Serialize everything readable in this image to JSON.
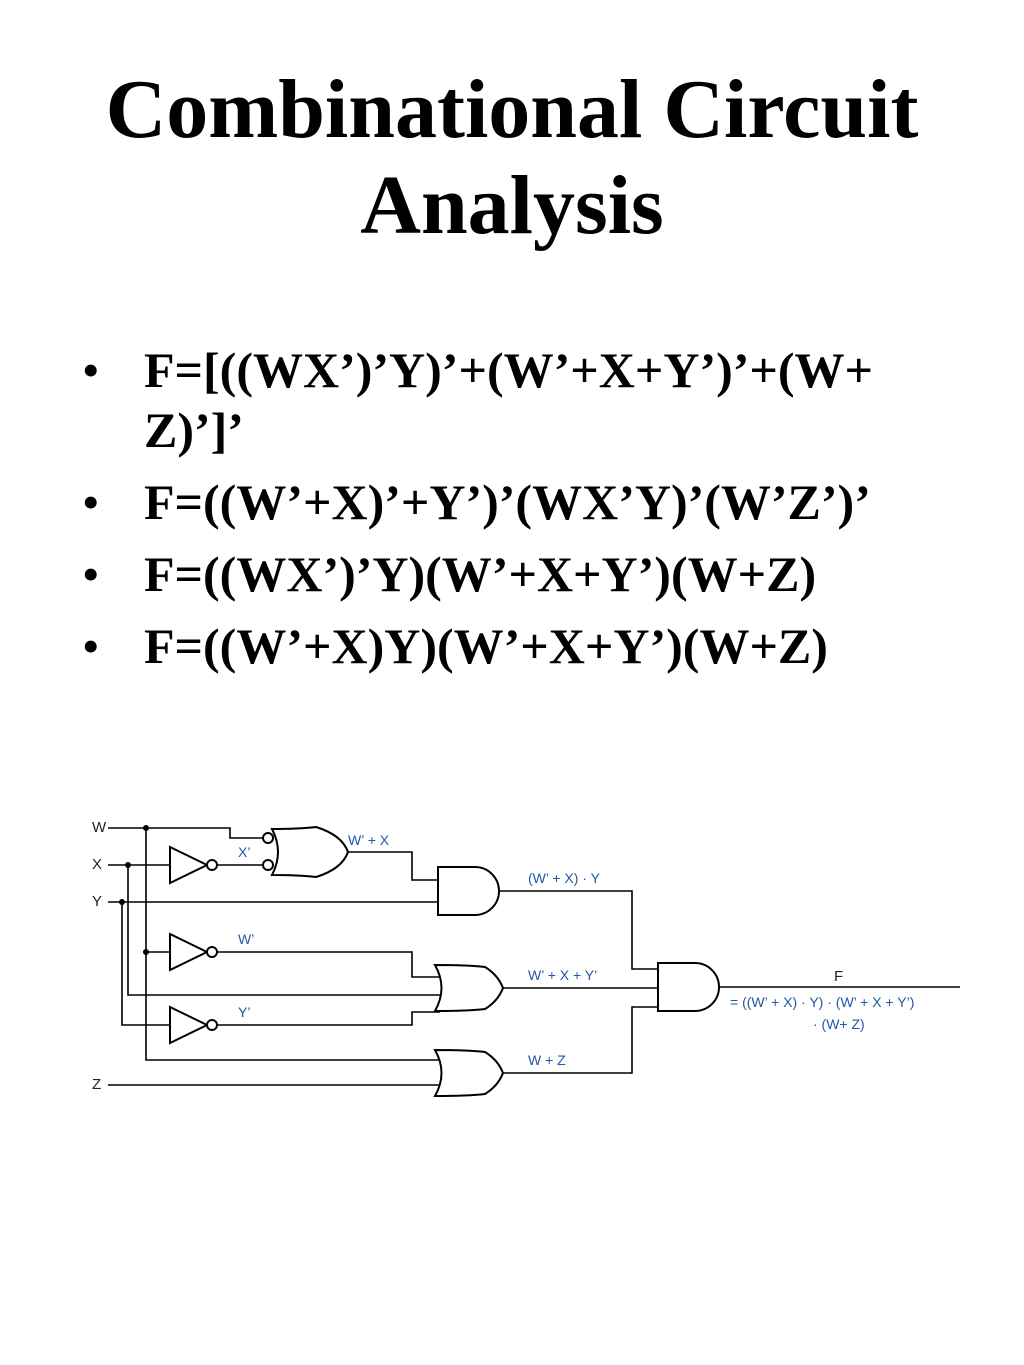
{
  "title": {
    "line1": "Combinational Circuit",
    "line2": "Analysis"
  },
  "bullets": [
    {
      "line1": "F=[((WX’)’Y)’+(W’+X+Y’)’+(W+",
      "line2": "Z)’]’"
    },
    {
      "line1": "F=((W’+X)’+Y’)’(WX’Y)’(W’Z’)’",
      "line2": ""
    },
    {
      "line1": "F=((WX’)’Y)(W’+X+Y’)(W+Z)",
      "line2": ""
    },
    {
      "line1": "F=((W’+X)Y)(W’+X+Y’)(W+Z)",
      "line2": ""
    }
  ],
  "bullet_symbol": "•",
  "circuit": {
    "inputs": {
      "w": "W",
      "x": "X",
      "y": "Y",
      "z": "Z"
    },
    "labels": {
      "x_not": "X’",
      "w_not": "W’",
      "y_not": "Y’",
      "or1_out": "W’ + X",
      "and1_out": "(W’ + X) · Y",
      "or2_out": "W’ + X + Y’",
      "or3_out": "W + Z",
      "output_name": "F",
      "output_expr_1": "= ((W’ + X) · Y) · (W’ + X + Y’)",
      "output_expr_2": "· (W+ Z)"
    },
    "colors": {
      "wire": "#000000",
      "signal_label": "#2457a8"
    }
  }
}
